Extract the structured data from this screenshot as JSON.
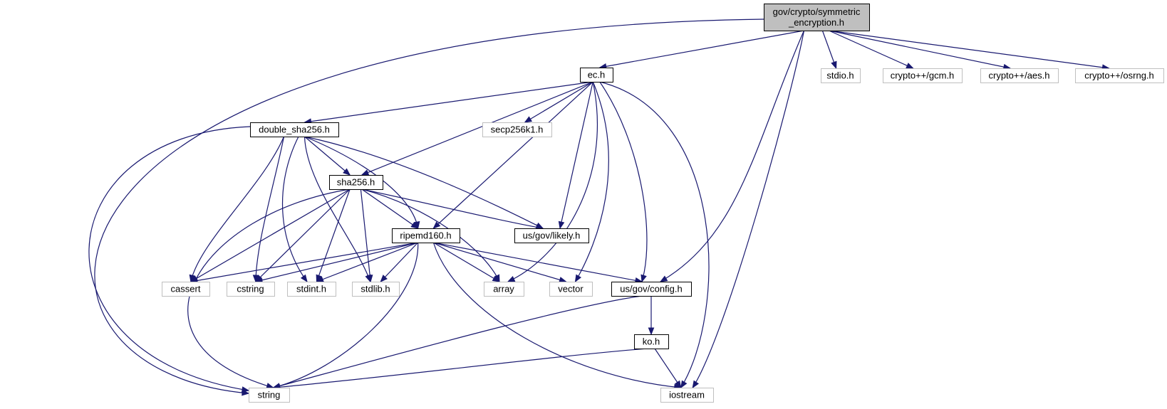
{
  "diagram": {
    "nodes": [
      {
        "id": "symm",
        "kind": "main",
        "lines": [
          "gov/crypto/symmetric",
          "_encryption.h"
        ]
      },
      {
        "id": "ec",
        "kind": "doc",
        "lines": [
          "ec.h"
        ]
      },
      {
        "id": "stdio",
        "kind": "ext",
        "lines": [
          "stdio.h"
        ]
      },
      {
        "id": "gcm",
        "kind": "ext",
        "lines": [
          "crypto++/gcm.h"
        ]
      },
      {
        "id": "aes",
        "kind": "ext",
        "lines": [
          "crypto++/aes.h"
        ]
      },
      {
        "id": "osrng",
        "kind": "ext",
        "lines": [
          "crypto++/osrng.h"
        ]
      },
      {
        "id": "dsha",
        "kind": "doc",
        "lines": [
          "double_sha256.h"
        ]
      },
      {
        "id": "secp",
        "kind": "ext",
        "lines": [
          "secp256k1.h"
        ]
      },
      {
        "id": "sha",
        "kind": "doc",
        "lines": [
          "sha256.h"
        ]
      },
      {
        "id": "ripemd",
        "kind": "doc",
        "lines": [
          "ripemd160.h"
        ]
      },
      {
        "id": "likely",
        "kind": "doc",
        "lines": [
          "us/gov/likely.h"
        ]
      },
      {
        "id": "cassert",
        "kind": "ext",
        "lines": [
          "cassert"
        ]
      },
      {
        "id": "cstring",
        "kind": "ext",
        "lines": [
          "cstring"
        ]
      },
      {
        "id": "stdint",
        "kind": "ext",
        "lines": [
          "stdint.h"
        ]
      },
      {
        "id": "stdlib",
        "kind": "ext",
        "lines": [
          "stdlib.h"
        ]
      },
      {
        "id": "array",
        "kind": "ext",
        "lines": [
          "array"
        ]
      },
      {
        "id": "vector",
        "kind": "ext",
        "lines": [
          "vector"
        ]
      },
      {
        "id": "config",
        "kind": "doc",
        "lines": [
          "us/gov/config.h"
        ]
      },
      {
        "id": "ko",
        "kind": "doc",
        "lines": [
          "ko.h"
        ]
      },
      {
        "id": "string",
        "kind": "ext",
        "lines": [
          "string"
        ]
      },
      {
        "id": "iostream",
        "kind": "ext",
        "lines": [
          "iostream"
        ]
      }
    ],
    "edges": [
      {
        "from": "symm",
        "to": "ec"
      },
      {
        "from": "symm",
        "to": "stdio"
      },
      {
        "from": "symm",
        "to": "gcm"
      },
      {
        "from": "symm",
        "to": "aes"
      },
      {
        "from": "symm",
        "to": "osrng"
      },
      {
        "from": "symm",
        "to": "config"
      },
      {
        "from": "symm",
        "to": "iostream"
      },
      {
        "from": "symm",
        "to": "string"
      },
      {
        "from": "ec",
        "to": "dsha"
      },
      {
        "from": "ec",
        "to": "secp"
      },
      {
        "from": "ec",
        "to": "sha"
      },
      {
        "from": "ec",
        "to": "ripemd"
      },
      {
        "from": "ec",
        "to": "likely"
      },
      {
        "from": "ec",
        "to": "array"
      },
      {
        "from": "ec",
        "to": "vector"
      },
      {
        "from": "ec",
        "to": "config"
      },
      {
        "from": "ec",
        "to": "iostream"
      },
      {
        "from": "dsha",
        "to": "sha"
      },
      {
        "from": "dsha",
        "to": "ripemd"
      },
      {
        "from": "dsha",
        "to": "likely"
      },
      {
        "from": "dsha",
        "to": "cassert"
      },
      {
        "from": "dsha",
        "to": "cstring"
      },
      {
        "from": "dsha",
        "to": "stdint"
      },
      {
        "from": "dsha",
        "to": "stdlib"
      },
      {
        "from": "dsha",
        "to": "string"
      },
      {
        "from": "sha",
        "to": "ripemd"
      },
      {
        "from": "sha",
        "to": "likely"
      },
      {
        "from": "sha",
        "to": "cassert"
      },
      {
        "from": "sha",
        "to": "cstring"
      },
      {
        "from": "sha",
        "to": "stdint"
      },
      {
        "from": "sha",
        "to": "stdlib"
      },
      {
        "from": "sha",
        "to": "array"
      },
      {
        "from": "sha",
        "to": "string"
      },
      {
        "from": "ripemd",
        "to": "cassert"
      },
      {
        "from": "ripemd",
        "to": "cstring"
      },
      {
        "from": "ripemd",
        "to": "stdint"
      },
      {
        "from": "ripemd",
        "to": "stdlib"
      },
      {
        "from": "ripemd",
        "to": "array"
      },
      {
        "from": "ripemd",
        "to": "vector"
      },
      {
        "from": "ripemd",
        "to": "config"
      },
      {
        "from": "ripemd",
        "to": "string"
      },
      {
        "from": "ripemd",
        "to": "iostream"
      },
      {
        "from": "config",
        "to": "ko"
      },
      {
        "from": "config",
        "to": "string"
      },
      {
        "from": "ko",
        "to": "string"
      },
      {
        "from": "ko",
        "to": "iostream"
      }
    ]
  }
}
